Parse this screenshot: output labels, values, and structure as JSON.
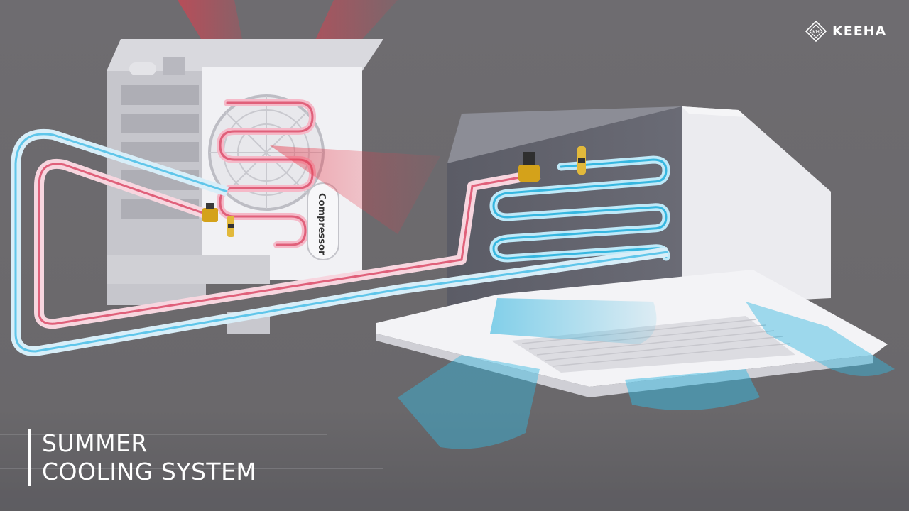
{
  "brand": {
    "logo_monogram": "KH",
    "name": "KEEHA"
  },
  "title": {
    "line1": "SUMMER",
    "line2": "COOLING SYSTEM"
  },
  "components": {
    "compressor_label": "Compressor"
  },
  "colors": {
    "background": "#6d6b6e",
    "hot_air": "#e8394a",
    "cold_air": "#36b7e0",
    "hot_pipe": "#e0607a",
    "cold_pipe": "#5fc6ea",
    "valve": "#d4a21a"
  }
}
